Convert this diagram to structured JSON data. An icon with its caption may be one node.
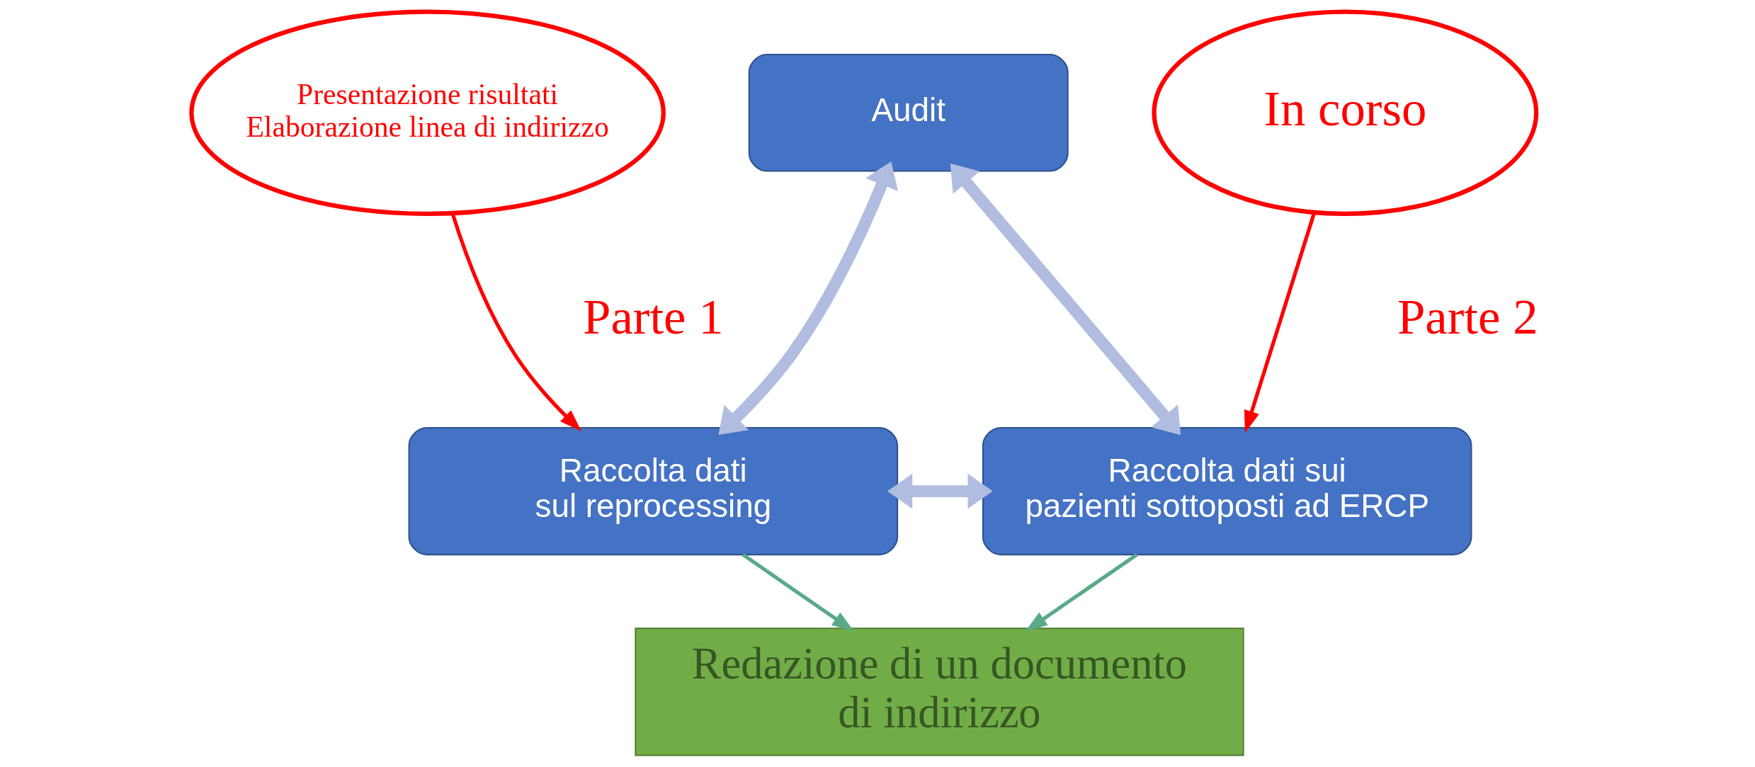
{
  "diagram": {
    "nodes": [
      {
        "text": [
          "Presentazione risultati",
          "Elaborazione linea di indirizzo"
        ]
      },
      {
        "text": [
          "Audit"
        ]
      },
      {
        "text": [
          "In corso"
        ]
      },
      {
        "text": [
          "Raccolta dati sul reprocessing"
        ]
      },
      {
        "text": [
          "Raccolta dati sui pazienti sottoposti ad ERCP"
        ]
      },
      {
        "text": [
          "Redazione di un documento di indirizzo"
        ]
      }
    ],
    "edges": [
      {
        "from": 0,
        "to": 3,
        "arrow": "to",
        "color": "#ff0000"
      },
      {
        "from": 3,
        "to": 1,
        "arrow": "both",
        "style": "thick"
      },
      {
        "from": 1,
        "to": 4,
        "arrow": "both",
        "style": "thick"
      },
      {
        "from": 3,
        "to": 4,
        "arrow": "both",
        "style": "thick"
      },
      {
        "from": 3,
        "to": 5,
        "arrow": "to",
        "color": "#5aaa8a"
      },
      {
        "from": 4,
        "to": 5,
        "arrow": "to",
        "color": "#5aaa8a"
      },
      {
        "from": 2,
        "to": 4,
        "arrow": "to",
        "color": "#ff0000"
      }
    ],
    "labels": [
      "Parte 1",
      "Parte 2"
    ]
  }
}
